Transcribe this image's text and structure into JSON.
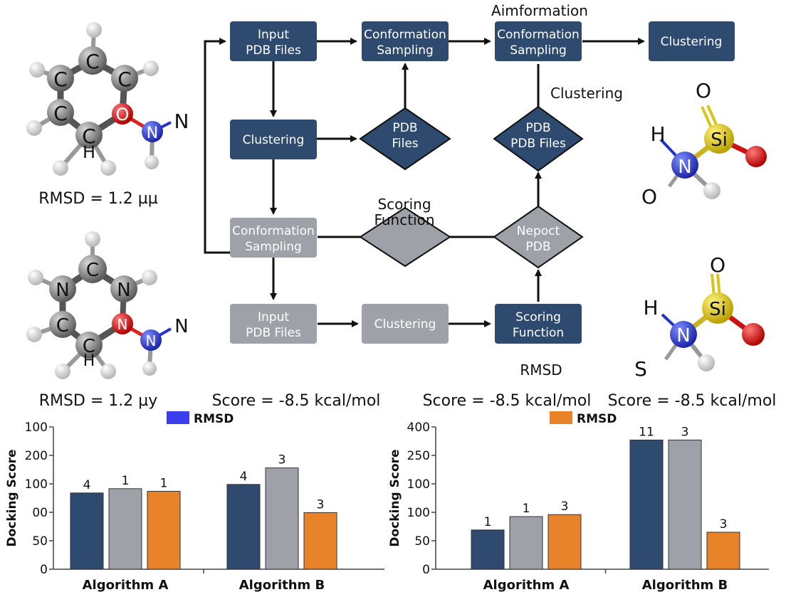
{
  "flowchart": {
    "nodes": {
      "input_pdb_top": [
        "Input",
        "PDB Files"
      ],
      "conf_sampling_1": [
        "Conformation",
        "Sampling"
      ],
      "conf_sampling_2": [
        "Conformation",
        "Sampling"
      ],
      "clustering_top": [
        "Clustering"
      ],
      "clustering_mid": [
        "Clustering"
      ],
      "pdb_files_diamond_1": [
        "PDB",
        "Files"
      ],
      "pdb_files_diamond_2": [
        "PDB",
        "PDB Files"
      ],
      "conf_sampling_grey": [
        "Conformation",
        "Sampling"
      ],
      "nepoct_pdb_diamond": [
        "Nepoct",
        "PDB"
      ],
      "input_pdb_grey": [
        "Input",
        "PDB Files"
      ],
      "clustering_grey": [
        "Clustering"
      ],
      "scoring_function_box": [
        "Scoring",
        "Function"
      ]
    },
    "floating_labels": {
      "aimformation": "Aimformation",
      "clustering": "Clustering",
      "scoring_function": [
        "Scoring",
        "Function"
      ],
      "rmsd": "RMSD"
    }
  },
  "molecules": {
    "mol1_atoms": [
      "C",
      "C",
      "C",
      "C",
      "C",
      "H",
      "O",
      "N",
      "N"
    ],
    "mol1_caption": "RMSD = 1.2 µµ",
    "mol2_atoms": [
      "C",
      "N",
      "N",
      "C",
      "C",
      "H",
      "N",
      "N",
      "N"
    ],
    "mol2_caption": "RMSD = 1.2 µy",
    "mol3_atoms": [
      "O",
      "H",
      "Si",
      "N",
      "O"
    ],
    "mol4_atoms": [
      "O",
      "H",
      "Si",
      "N",
      "S"
    ]
  },
  "score_labels": {
    "left": "Score = -8.5 kcal/mol",
    "middle": "Score = -8.5 kcal/mol",
    "right": "Score = -8.5 kcal/mol"
  },
  "colors": {
    "navy": "#2e4a6e",
    "grey": "#9ea2a8",
    "orange": "#e8832a",
    "legend_blue": "#3b3ff0",
    "si_yellow": "#d9c41a",
    "o_red": "#cc1111",
    "n_blue": "#2233cc",
    "c_grey": "#6b6b6b"
  },
  "chart_data": [
    {
      "type": "bar",
      "legend": "RMSD",
      "legend_color": "#3b3ff0",
      "ylabel": "Docking Score",
      "ytick_labels": [
        "0",
        "50",
        "00",
        "100",
        "200",
        "100"
      ],
      "ylim": [
        0,
        5
      ],
      "categories": [
        "Algorithm A",
        "Algorithm B"
      ],
      "series": [
        {
          "color": "#2e4a6e",
          "values": [
            2.68,
            2.98
          ],
          "labels": [
            "4",
            "4"
          ]
        },
        {
          "color": "#9ea2a8",
          "values": [
            2.83,
            3.56
          ],
          "labels": [
            "1",
            "3"
          ]
        },
        {
          "color": "#e8832a",
          "values": [
            2.74,
            1.99
          ],
          "labels": [
            "1",
            "3"
          ]
        }
      ]
    },
    {
      "type": "bar",
      "legend": "RMSD",
      "legend_color": "#e8832a",
      "ylabel": "Docking Score",
      "ytick_labels": [
        "0",
        "50",
        "100",
        "100",
        "250",
        "400"
      ],
      "ylim": [
        0,
        5
      ],
      "categories": [
        "Algorithm A",
        "Algorithm B"
      ],
      "series": [
        {
          "color": "#2e4a6e",
          "values": [
            1.38,
            4.54
          ],
          "labels": [
            "1",
            "11"
          ]
        },
        {
          "color": "#9ea2a8",
          "values": [
            1.85,
            4.54
          ],
          "labels": [
            "1",
            "3"
          ]
        },
        {
          "color": "#e8832a",
          "values": [
            1.92,
            1.3
          ],
          "labels": [
            "3",
            "3"
          ]
        }
      ]
    }
  ]
}
